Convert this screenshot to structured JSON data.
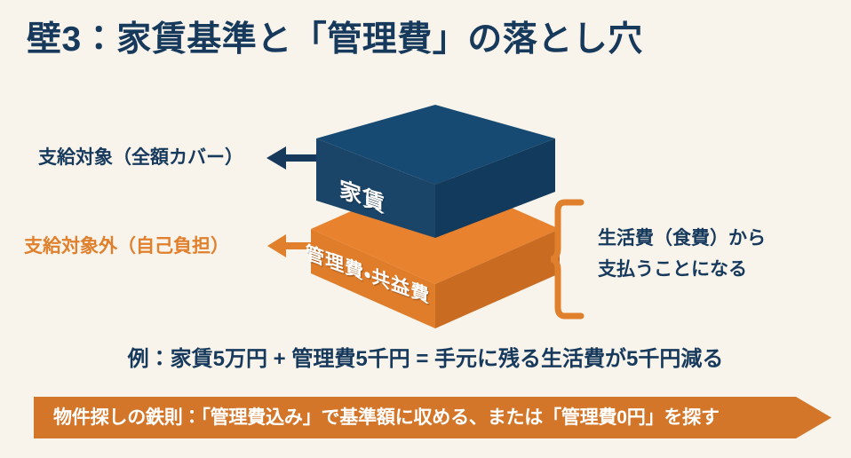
{
  "slide": {
    "title": "壁3：家賃基準と「管理費」の落とし穴",
    "background_color": "#f8f4eb",
    "navy": "#16395c",
    "orange": "#e07f2c"
  },
  "diagram": {
    "labels": {
      "rent_label": "支給対象（全額カバー）",
      "fee_label": "支給対象外（自己負担）"
    },
    "blocks": [
      {
        "name": "rent-block",
        "text": "家賃",
        "top_color": "#164a73",
        "left_color": "#1b4568",
        "right_color": "#123a5c"
      },
      {
        "name": "fee-block",
        "text": "管理費・共益費",
        "top_color": "#e8822e",
        "left_color": "#e07d2b",
        "right_color": "#c96c22"
      }
    ],
    "note_line1": "生活費（食費）から",
    "note_line2": "支払うことになる"
  },
  "example": "例：家賃5万円 + 管理費5千円 = 手元に残る生活費が5千円減る",
  "banner": {
    "text": "物件探しの鉄則：「管理費込み」で基準額に収める、または「管理費0円」を探す",
    "color": "#d4762a"
  }
}
